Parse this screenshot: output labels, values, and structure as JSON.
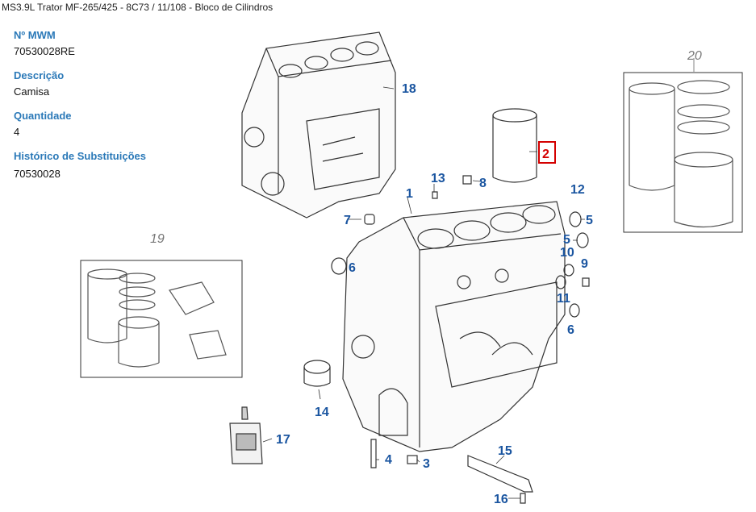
{
  "header": {
    "breadcrumb": "MS3.9L Trator MF-265/425 - 8C73  /  11/108 - Bloco de Cilindros"
  },
  "part": {
    "mwm_label": "Nº MWM",
    "mwm_value": "70530028RE",
    "desc_label": "Descrição",
    "desc_value": "Camisa",
    "qty_label": "Quantidade",
    "qty_value": "4",
    "history_label": "Histórico de Substituições",
    "history_value": "70530028"
  },
  "callouts": {
    "c1": "1",
    "c2": "2",
    "c3": "3",
    "c4": "4",
    "c5a": "5",
    "c5b": "5",
    "c6a": "6",
    "c6b": "6",
    "c7": "7",
    "c8": "8",
    "c9": "9",
    "c10": "10",
    "c11": "11",
    "c12": "12",
    "c13": "13",
    "c14": "14",
    "c15": "15",
    "c16": "16",
    "c17": "17",
    "c18": "18",
    "c19": "19",
    "c20": "20"
  },
  "colors": {
    "label": "#2b79b8",
    "callout": "#1a55a0",
    "highlight": "#d40000"
  }
}
